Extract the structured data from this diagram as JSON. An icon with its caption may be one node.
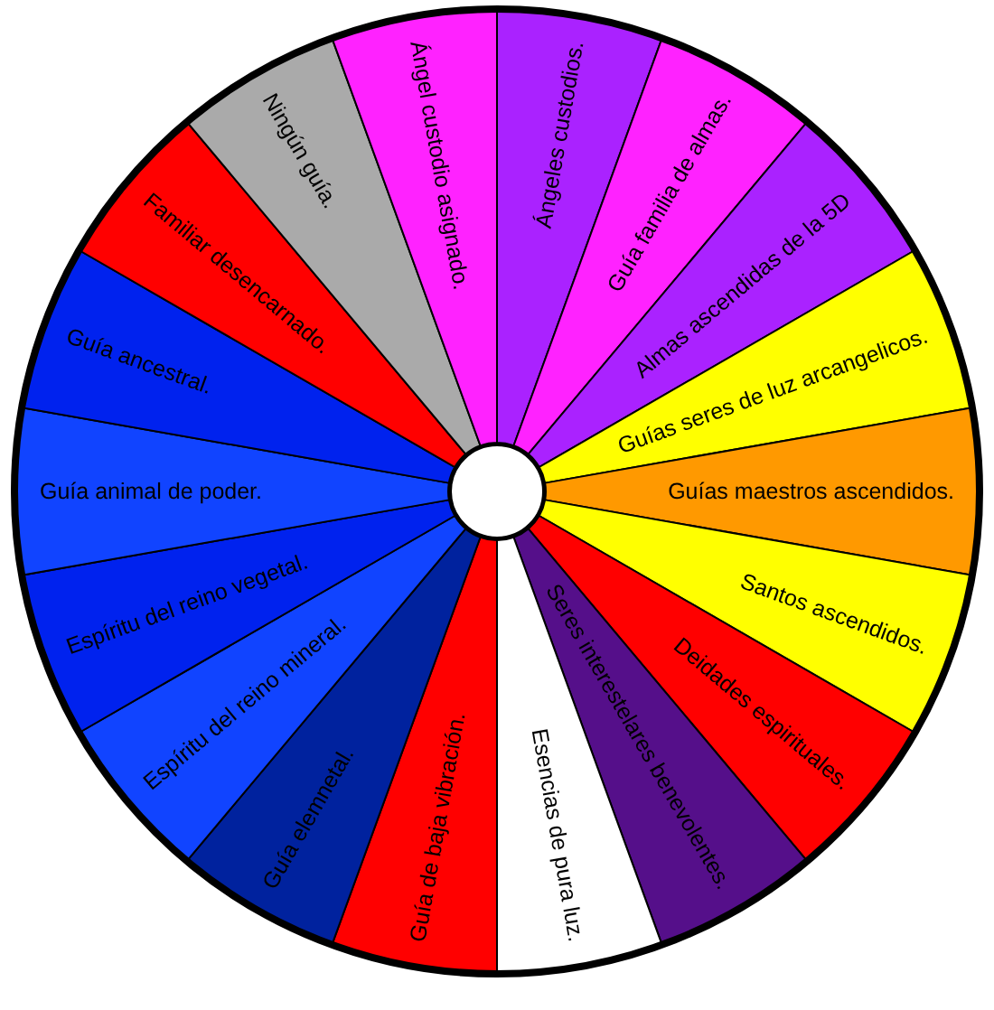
{
  "diagram": {
    "nodes": [
      {
        "text": [
          "Ángeles custodios."
        ]
      },
      {
        "text": [
          "Guía familia de almas."
        ]
      },
      {
        "text": [
          "Almas ascendidas de la 5D"
        ]
      },
      {
        "text": [
          "Guías seres de luz arcangelicos."
        ]
      },
      {
        "text": [
          "Guías maestros ascendidos."
        ]
      },
      {
        "text": [
          "Santos ascendidos."
        ]
      },
      {
        "text": [
          "Deidades espirituales."
        ]
      },
      {
        "text": [
          "Seres interestelares benevolentes."
        ]
      },
      {
        "text": [
          "Esencias de pura luz."
        ]
      },
      {
        "text": [
          "Guía de baja vibración."
        ]
      },
      {
        "text": [
          "Guía elemnetal."
        ]
      },
      {
        "text": [
          "Espíritu del reino mineral."
        ]
      },
      {
        "text": [
          "Espíritu del reino vegetal."
        ]
      },
      {
        "text": [
          "Guía animal de poder."
        ]
      },
      {
        "text": [
          "Guía ancestral."
        ]
      },
      {
        "text": [
          "Familiar desencarnado."
        ]
      },
      {
        "text": [
          "Ningún guía."
        ]
      },
      {
        "text": [
          "Ángel custodio asignado."
        ]
      }
    ],
    "edges": []
  }
}
